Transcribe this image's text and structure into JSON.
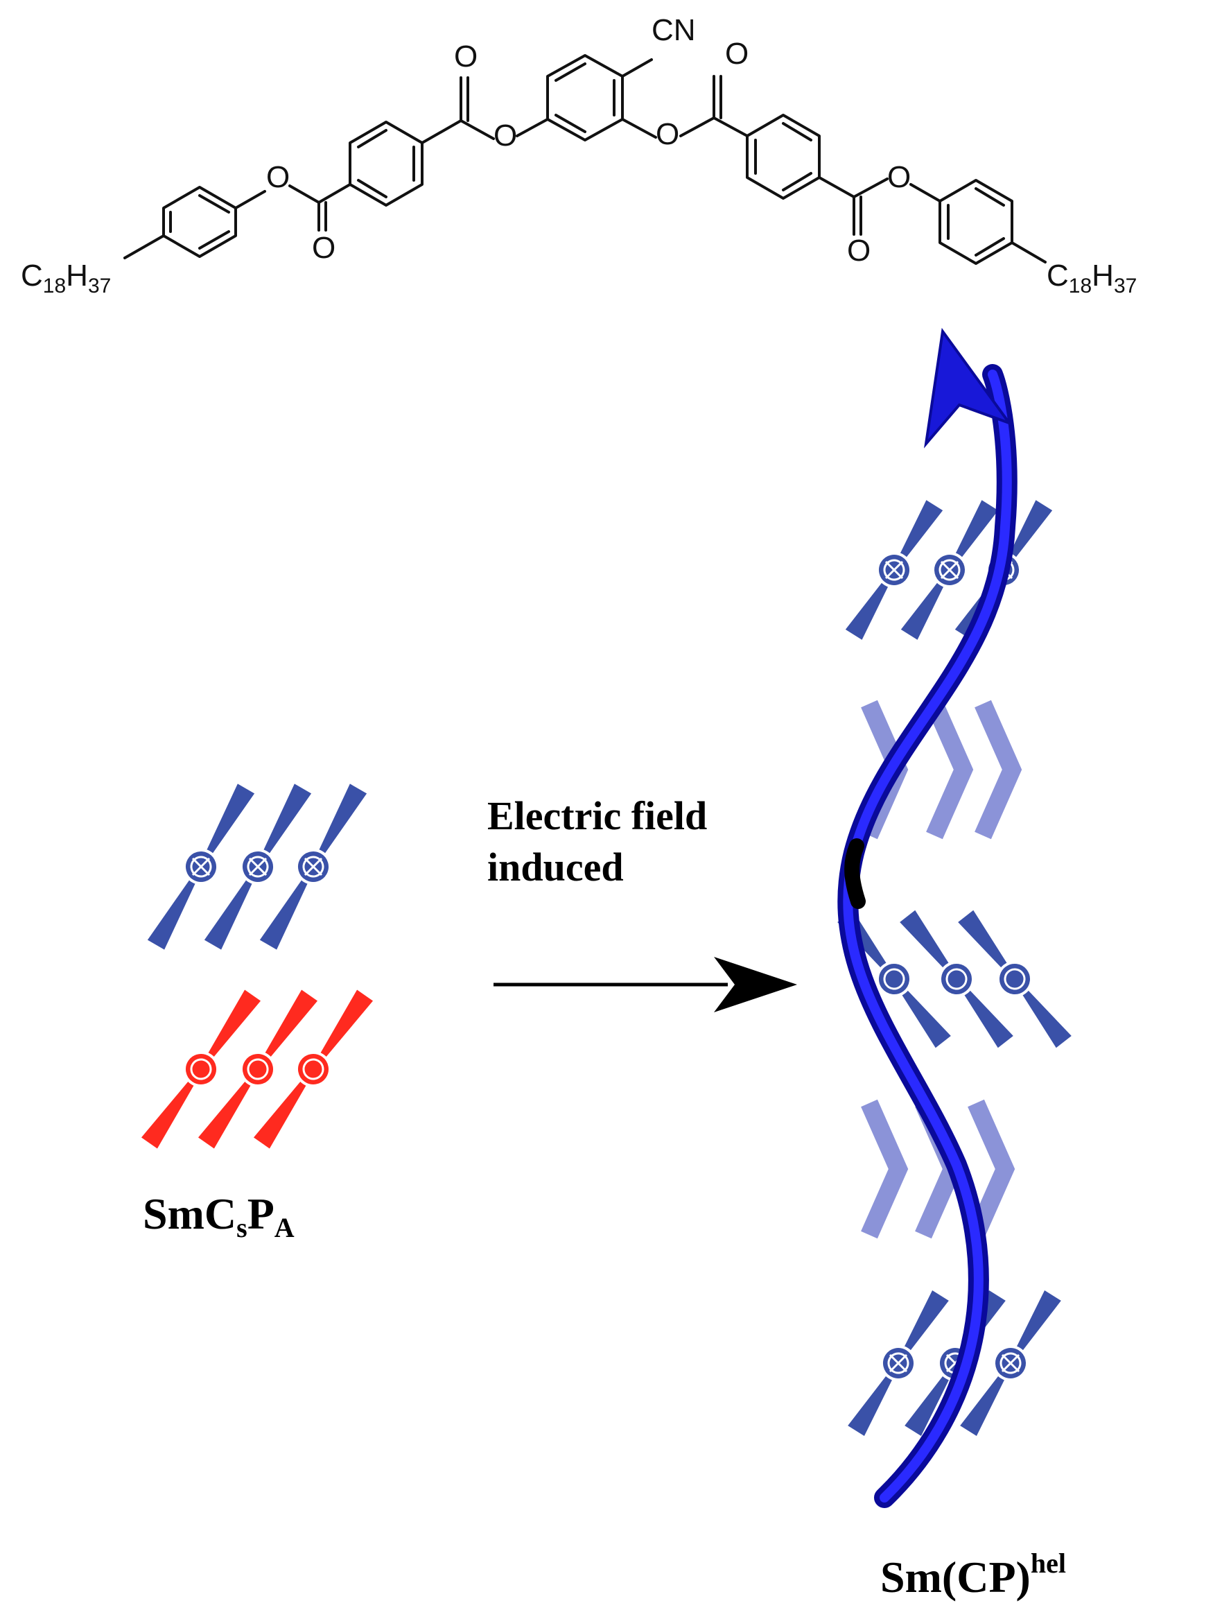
{
  "molecule": {
    "left_chain": {
      "c": "C",
      "c_sub": "18",
      "h": "H",
      "h_sub": "37"
    },
    "right_chain": {
      "c": "C",
      "c_sub": "18",
      "h": "H",
      "h_sub": "37"
    },
    "cyano": "CN",
    "atom_o": "O"
  },
  "caption": {
    "line1": "Electric field",
    "line2": "induced"
  },
  "left_phase": {
    "base": "SmC",
    "sub1": "s",
    "mid": "P",
    "sub2": "A"
  },
  "right_phase": {
    "base": "Sm(CP)",
    "sup": "hel"
  },
  "colors": {
    "dark_blue": "#3a51a8",
    "light_blue": "#8b93d8",
    "red": "#ff2a1f",
    "helix_blue": "#1313d8",
    "arrow": "#000000"
  }
}
